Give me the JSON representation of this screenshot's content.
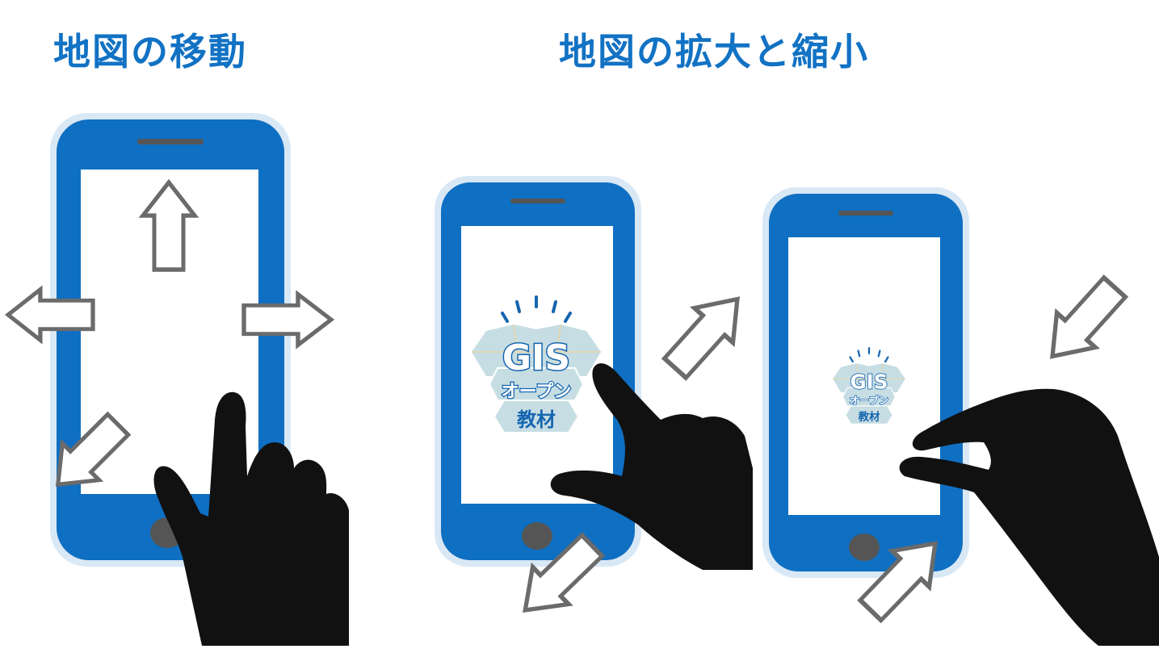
{
  "titles": {
    "move": "地図の移動",
    "zoom": "地図の拡大と縮小"
  },
  "logo": {
    "line1": "GIS",
    "line2": "オープン",
    "line3": "教材"
  },
  "colors": {
    "title": "#1272c4",
    "phone_body": "#0f6fc2",
    "phone_halo": "#d9e8f5",
    "speaker": "#555555",
    "home_button": "#555555",
    "arrow_stroke": "#6b6b6b",
    "hand": "#111111",
    "logo_blue": "#1565b0",
    "logo_panel": "#c6dde3"
  },
  "icons": [
    "phone-icon",
    "arrow-up-icon",
    "arrow-left-icon",
    "arrow-right-icon",
    "arrow-diagonal-icon",
    "pointing-hand-icon",
    "pinch-hand-icon",
    "gis-open-material-logo"
  ]
}
